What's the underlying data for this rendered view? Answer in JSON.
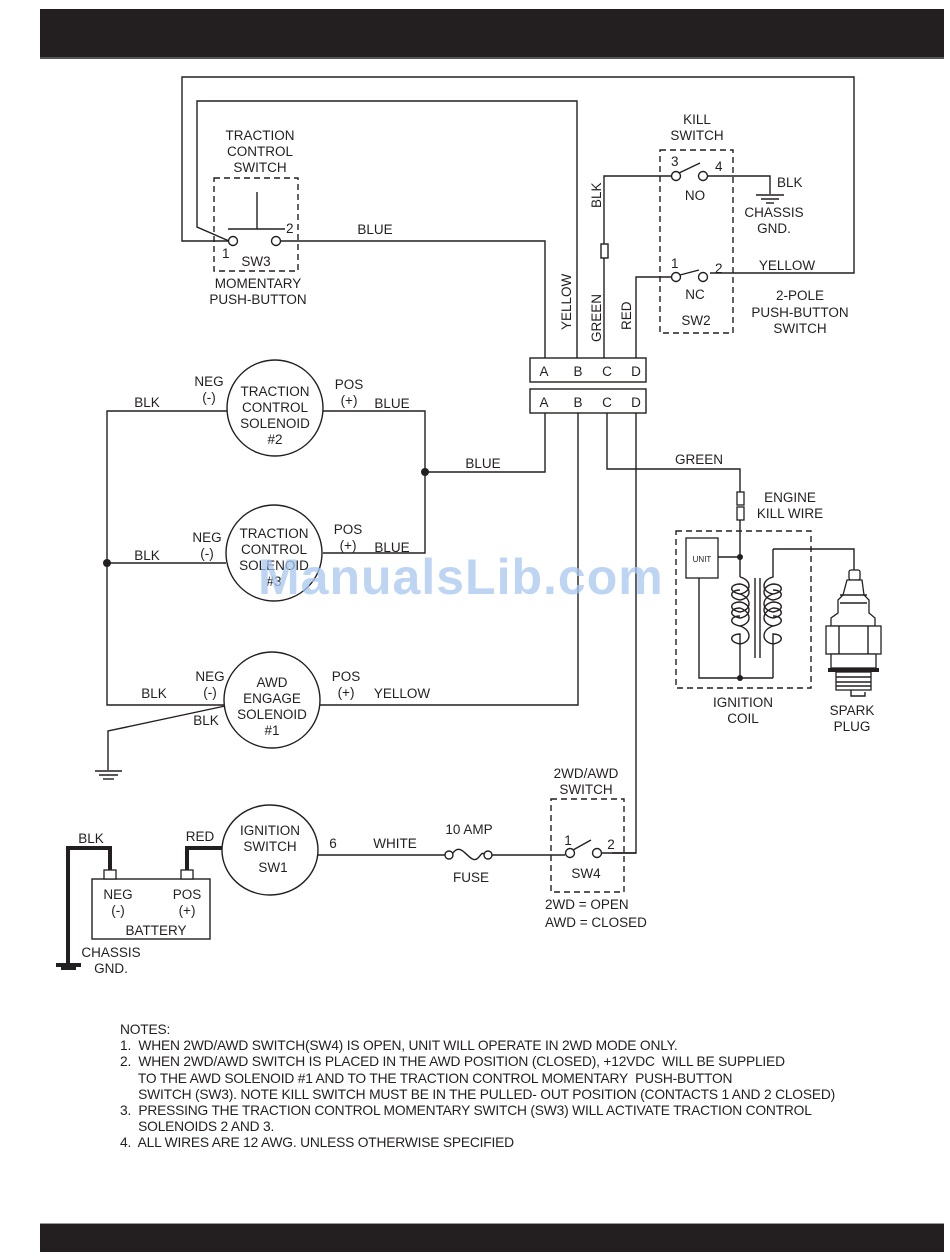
{
  "sw3": {
    "title": [
      "TRACTION",
      "CONTROL",
      "SWITCH"
    ],
    "id": "SW3",
    "pin1": "1",
    "pin2": "2",
    "type": [
      "MOMENTARY",
      "PUSH-BUTTON"
    ],
    "wire_out": "BLUE"
  },
  "sw2": {
    "title": [
      "KILL",
      "SWITCH"
    ],
    "id": "SW2",
    "pin3": "3",
    "pin4": "4",
    "pin1": "1",
    "pin2": "2",
    "no_label": "NO",
    "nc_label": "NC",
    "ground_wire": "BLK",
    "ground_label": [
      "CHASSIS",
      "GND."
    ],
    "wire_out": "YELLOW",
    "type": [
      "2-POLE",
      "PUSH-BUTTON",
      "SWITCH"
    ]
  },
  "connector": {
    "pins": [
      "A",
      "B",
      "C",
      "D"
    ],
    "upper_wires": [
      "YELLOW",
      "GREEN",
      "RED",
      "BLK"
    ]
  },
  "solenoid2": {
    "lines": [
      "TRACTION",
      "CONTROL",
      "SOLENOID",
      "#2"
    ],
    "neg": "NEG",
    "neg_sym": "(-)",
    "pos": "POS",
    "pos_sym": "(+)",
    "neg_wire": "BLK",
    "pos_wire": "BLUE"
  },
  "solenoid3": {
    "lines": [
      "TRACTION",
      "CONTROL",
      "SOLENOID",
      "#3"
    ],
    "neg": "NEG",
    "neg_sym": "(-)",
    "pos": "POS",
    "pos_sym": "(+)",
    "neg_wire": "BLK",
    "pos_wire": "BLUE"
  },
  "solenoid1": {
    "lines": [
      "AWD",
      "ENGAGE",
      "SOLENOID",
      "#1"
    ],
    "neg": "NEG",
    "neg_sym": "(-)",
    "pos": "POS",
    "pos_sym": "(+)",
    "neg_wire": "BLK",
    "ground_wire": "BLK",
    "pos_wire": "YELLOW"
  },
  "blue_junction_wire": "BLUE",
  "ignition": {
    "green_wire": "GREEN",
    "kill_wire": [
      "ENGINE",
      "KILL WIRE"
    ],
    "unit": "UNIT",
    "coil_label": [
      "IGNITION",
      "COIL"
    ],
    "plug_label": [
      "SPARK",
      "PLUG"
    ]
  },
  "sw4": {
    "title": [
      "2WD/AWD",
      "SWITCH"
    ],
    "id": "SW4",
    "pin1": "1",
    "pin2": "2",
    "states": [
      "2WD = OPEN",
      "AWD = CLOSED"
    ]
  },
  "sw1": {
    "lines": [
      "IGNITION",
      "SWITCH",
      "SW1"
    ],
    "pin": "6",
    "wire_in": "RED",
    "wire_out": "WHITE"
  },
  "fuse": {
    "rating": "10 AMP",
    "label": "FUSE"
  },
  "battery": {
    "label": "BATTERY",
    "neg": "NEG",
    "neg_sym": "(-)",
    "pos": "POS",
    "pos_sym": "(+)",
    "neg_wire": "BLK",
    "ground_label": [
      "CHASSIS",
      "GND."
    ]
  },
  "watermark": "ManualsLib.com",
  "notes": {
    "heading": "NOTES:",
    "lines": [
      "1.  WHEN 2WD/AWD SWITCH(SW4) IS OPEN, UNIT WILL OPERATE IN 2WD MODE ONLY.",
      "2.  WHEN 2WD/AWD SWITCH IS PLACED IN THE AWD POSITION (CLOSED), +12VDC  WILL BE SUPPLIED",
      "     TO THE AWD SOLENOID #1 AND TO THE TRACTION CONTROL MOMENTARY  PUSH-BUTTON",
      "     SWITCH (SW3). NOTE KILL SWITCH MUST BE IN THE PULLED- OUT POSITION (CONTACTS 1 AND 2 CLOSED)",
      "3.  PRESSING THE TRACTION CONTROL MOMENTARY SWITCH (SW3) WILL ACTIVATE TRACTION CONTROL",
      "     SOLENOIDS 2 AND 3.",
      "4.  ALL WIRES ARE 12 AWG. UNLESS OTHERWISE SPECIFIED"
    ]
  }
}
